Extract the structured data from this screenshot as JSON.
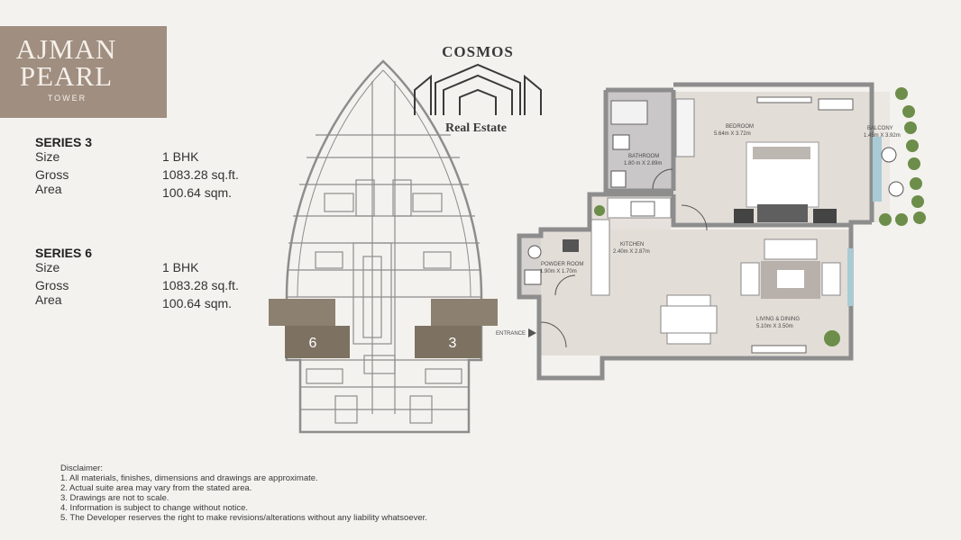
{
  "brand": {
    "line1": "AJMAN",
    "line2": "PEARL",
    "sub": "TOWER"
  },
  "watermark": {
    "name": "COSMOS",
    "sub": "Real Estate"
  },
  "series": [
    {
      "title": "SERIES 3",
      "size_label": "Size",
      "size": "1 BHK",
      "area_label": "Gross Area",
      "area_sqft": "1083.28 sq.ft.",
      "area_sqm": "100.64 sqm."
    },
    {
      "title": "SERIES 6",
      "size_label": "Size",
      "size": "1 BHK",
      "area_label": "Gross Area",
      "area_sqft": "1083.28 sq.ft.",
      "area_sqm": "100.64 sqm."
    }
  ],
  "keyplan": {
    "unit_left": "6",
    "unit_right": "3"
  },
  "rooms": {
    "bedroom": {
      "name": "BEDROOM",
      "dim": "5.64m X 3.72m"
    },
    "balcony": {
      "name": "BALCONY",
      "dim": "1.45m X 3.92m"
    },
    "bathroom": {
      "name": "BATHROOM",
      "dim": "1.80 m X 2.89m"
    },
    "kitchen": {
      "name": "KITCHEN",
      "dim": "2.40m X 2.87m"
    },
    "powder": {
      "name": "POWDER ROOM",
      "dim": "1.90m X 1.70m"
    },
    "living": {
      "name": "LIVING & DINING",
      "dim": "5.10m X 3.50m"
    },
    "entrance": "ENTRANCE"
  },
  "disclaimer": {
    "title": "Disclaimer:",
    "items": [
      "1. All materials, finishes, dimensions and drawings are approximate.",
      "2. Actual suite area may vary from the stated area.",
      "3. Drawings are not to scale.",
      "4. Information is subject to change without notice.",
      "5. The Developer reserves the right to make revisions/alterations without any liability whatsoever."
    ]
  },
  "colors": {
    "brand": "#a08e80",
    "highlight": "#8c8070",
    "highlight_dark": "#7d7262",
    "wall": "#8d8d8d",
    "floor": "#e3ddd7"
  }
}
